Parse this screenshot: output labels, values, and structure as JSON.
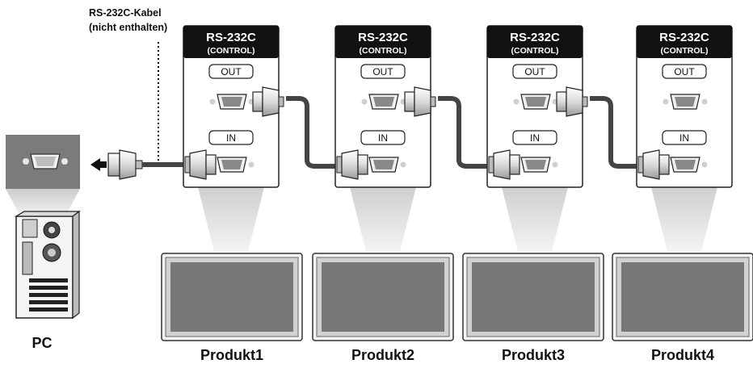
{
  "cable_note": {
    "line1": "RS-232C-Kabel",
    "line2": "(nicht enthalten)"
  },
  "panel": {
    "title": "RS-232C",
    "subtitle": "(CONTROL)",
    "out_label": "OUT",
    "in_label": "IN"
  },
  "pc": {
    "label": "PC"
  },
  "products": [
    {
      "label": "Produkt1"
    },
    {
      "label": "Produkt2"
    },
    {
      "label": "Produkt3"
    },
    {
      "label": "Produkt4"
    }
  ],
  "colors": {
    "panel_header": "#111111",
    "cable": "#444444",
    "screen": "#777777",
    "beam": "#dcdcdc",
    "pc_panel": "#7a7a7a"
  }
}
